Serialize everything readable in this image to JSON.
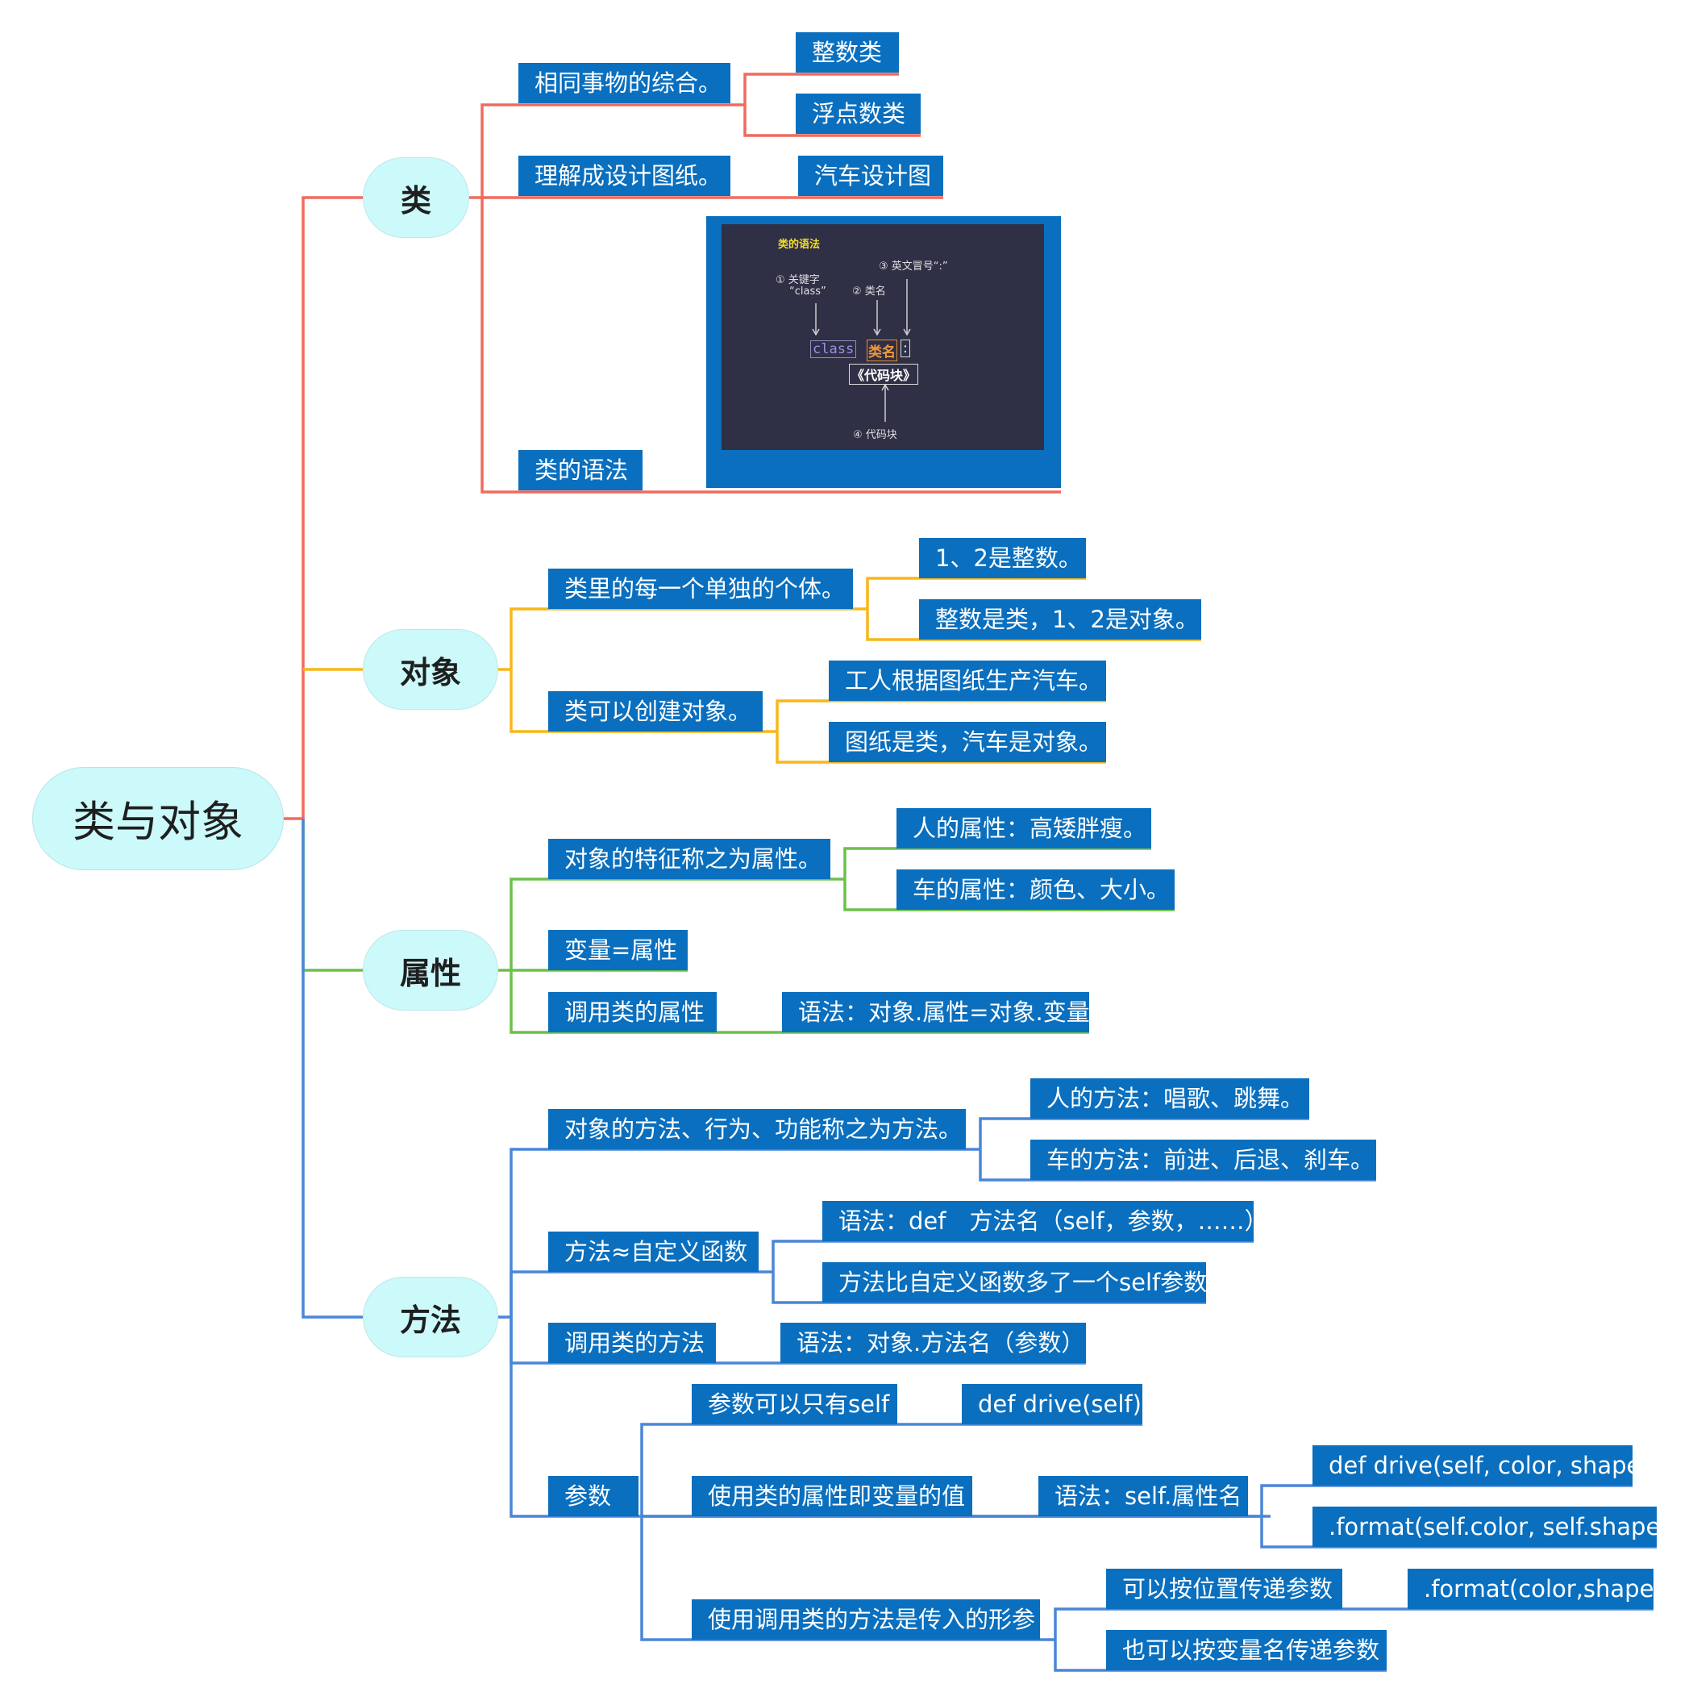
{
  "root": {
    "label": "类与对象"
  },
  "topics": {
    "class": {
      "label": "类"
    },
    "object": {
      "label": "对象"
    },
    "attribute": {
      "label": "属性"
    },
    "method": {
      "label": "方法"
    }
  },
  "nodes": {
    "c1": "相同事物的综合。",
    "c1a": "整数类",
    "c1b": "浮点数类",
    "c2": "理解成设计图纸。",
    "c2a": "汽车设计图",
    "c3": "类的语法",
    "o1": "类里的每一个单独的个体。",
    "o1a": "1、2是整数。",
    "o1b": "整数是类，1、2是对象。",
    "o2": "类可以创建对象。",
    "o2a": "工人根据图纸生产汽车。",
    "o2b": "图纸是类，汽车是对象。",
    "a1": "对象的特征称之为属性。",
    "a1a": "人的属性：高矮胖瘦。",
    "a1b": "车的属性：颜色、大小。",
    "a2": "变量=属性",
    "a3": "调用类的属性",
    "a3a": "语法：对象.属性=对象.变量",
    "m1": "对象的方法、行为、功能称之为方法。",
    "m1a": "人的方法：唱歌、跳舞。",
    "m1b": "车的方法：前进、后退、刹车。",
    "m2": "方法≈自定义函数",
    "m2a": "语法：def　方法名（self，参数，……）:",
    "m2b": "方法比自定义函数多了一个self参数",
    "m3": "调用类的方法",
    "m3a": "语法：对象.方法名（参数）",
    "m4": "参数",
    "p1": "参数可以只有self",
    "p1a": "def drive(self)",
    "p2": "使用类的属性即变量的值",
    "p2a": "语法：self.属性名",
    "p2a1": "def drive(self, color, shape)",
    "p2a2": ".format(self.color,  self.shape)",
    "p3": "使用调用类的方法是传入的形参",
    "p3a": "可以按位置传递参数",
    "p3a1": ".format(color,shape)",
    "p3b": "也可以按变量名传递参数"
  },
  "syntax_image": {
    "title": "类的语法",
    "note1": "① 关键字",
    "note1b": "“class”",
    "note2": "② 类名",
    "note3": "③ 英文冒号“:”",
    "keyword": "class",
    "classname": "类名",
    "colon": ":",
    "block": "《代码块》",
    "note4": "④ 代码块"
  },
  "colors": {
    "class_branch": "#f06a5e",
    "object_branch": "#f9b718",
    "attribute_branch": "#6cc04a",
    "method_branch": "#4a86d8",
    "label_fill": "#0a6fbe",
    "topic_fill": "#ccf9fa"
  }
}
